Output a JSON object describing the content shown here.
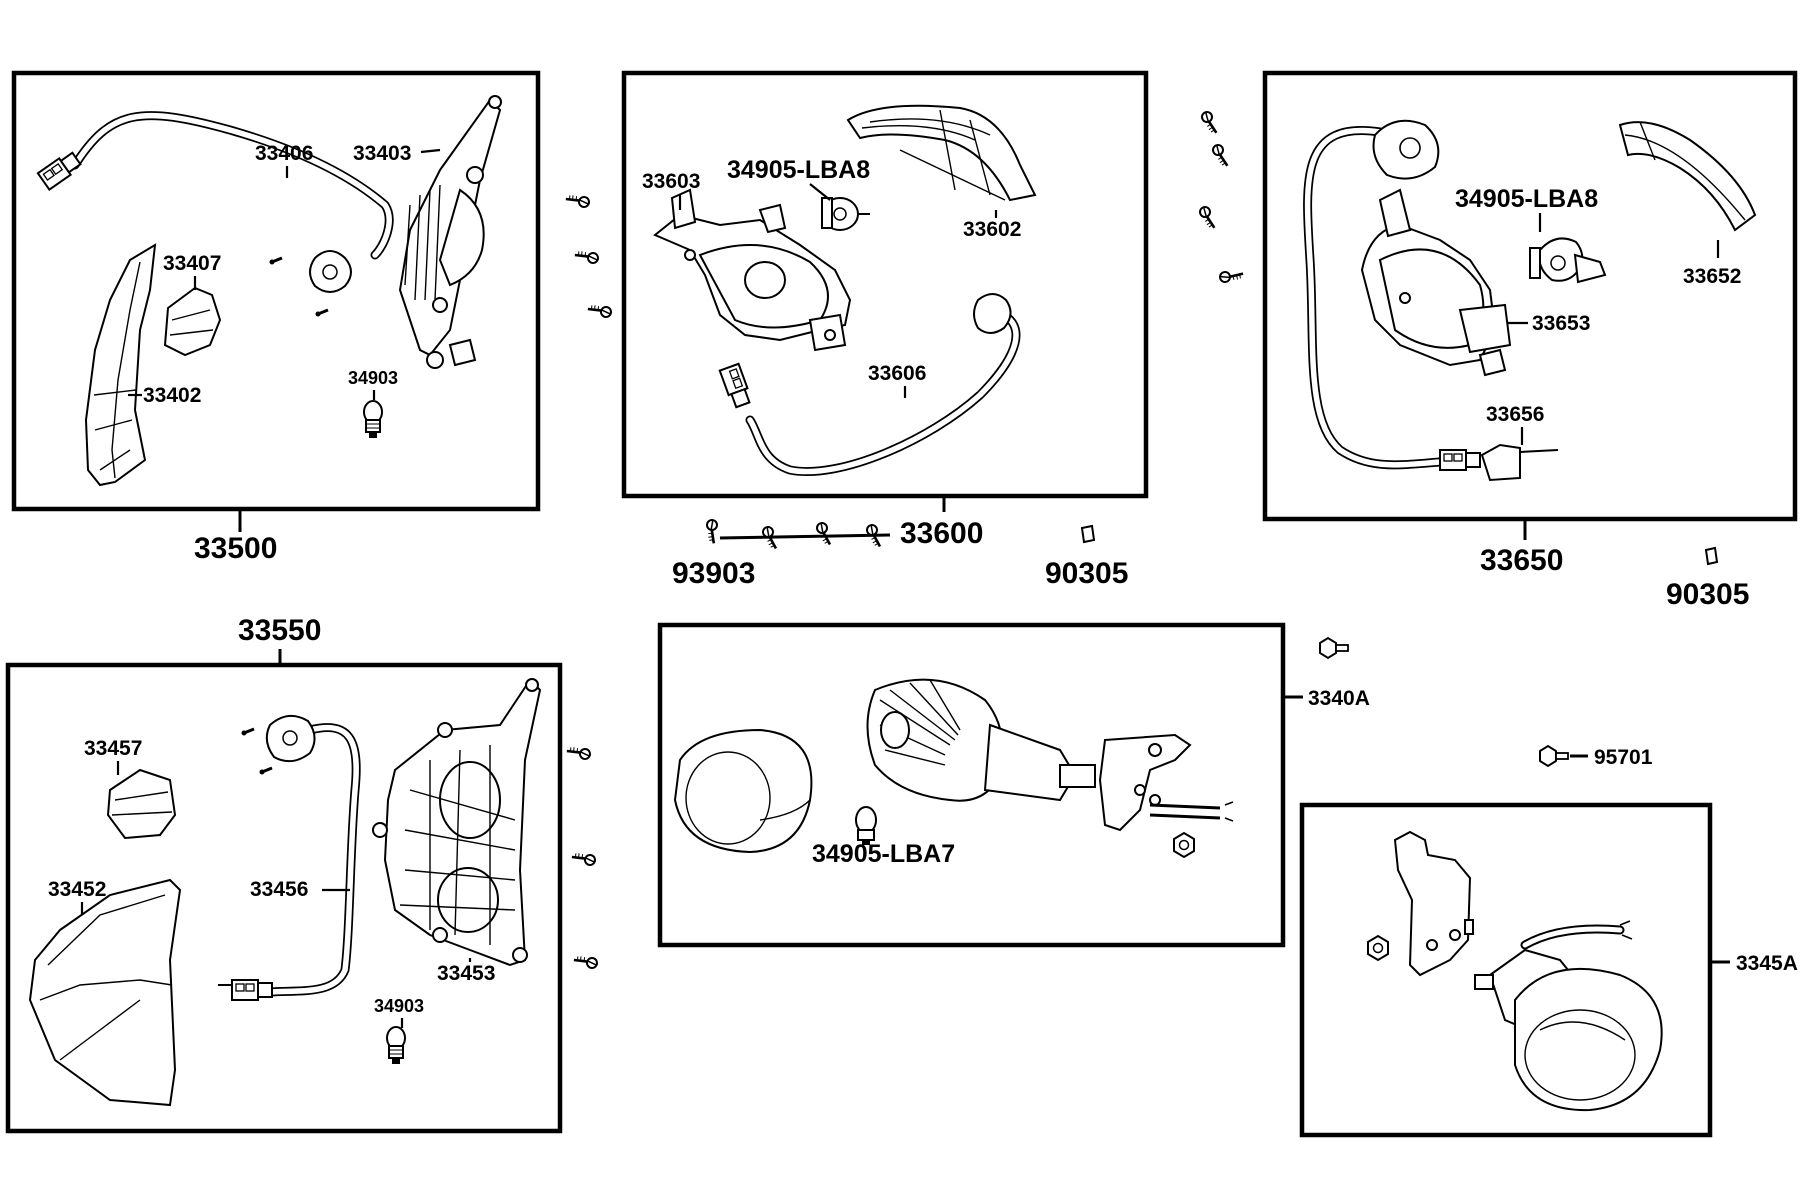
{
  "assemblies": {
    "a33500": "33500",
    "a33600": "33600",
    "a33650": "33650",
    "a33550": "33550",
    "a3340A": "3340A",
    "a3345A": "3345A"
  },
  "parts": {
    "p33406": "33406",
    "p33403": "33403",
    "p33407": "33407",
    "p33402": "33402",
    "p34903_a": "34903",
    "p33603": "33603",
    "p34905_lba8_a": "34905-LBA8",
    "p33602": "33602",
    "p33606": "33606",
    "p93903": "93903",
    "p90305_a": "90305",
    "p34905_lba8_b": "34905-LBA8",
    "p33652": "33652",
    "p33653": "33653",
    "p33656": "33656",
    "p90305_b": "90305",
    "p33457": "33457",
    "p33456": "33456",
    "p33452": "33452",
    "p33453": "33453",
    "p34903_b": "34903",
    "p34905_lba7": "34905-LBA7",
    "p95701": "95701"
  },
  "icons": {
    "screw": "screw-icon",
    "bulb": "bulb-icon",
    "socket": "socket-icon",
    "connector": "connector-icon",
    "nut": "nut-icon"
  }
}
